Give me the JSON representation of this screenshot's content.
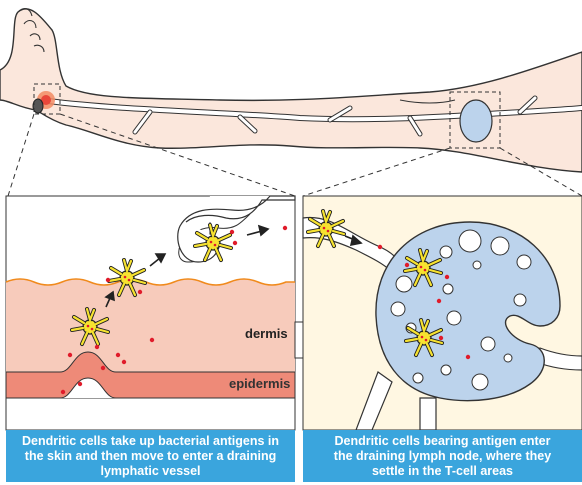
{
  "labels": {
    "dermis": "dermis",
    "epidermis": "epidermis"
  },
  "captions": {
    "left": "Dendritic cells take up bacterial antigens in\nthe skin and then move to enter a draining\nlymphatic vessel",
    "right": "Dendritic cells bearing antigen enter\nthe draining lymph node, where they\nsettle in the T-cell areas"
  },
  "colors": {
    "skin": "#fbe7dc",
    "dermis_pink": "#f7cbbb",
    "epidermis_band": "#ee8a78",
    "hair_line": "#f08a1c",
    "lymph_node": "#bcd3ec",
    "dendritic_cell": "#f7e330",
    "antigen_dot": "#e01b2a",
    "caption_bg": "#3aa5dd",
    "panel_right_bg": "#fff7e2"
  },
  "icons": [
    "dendritic-cell-icon",
    "antigen-dot-icon",
    "arrow-icon"
  ]
}
